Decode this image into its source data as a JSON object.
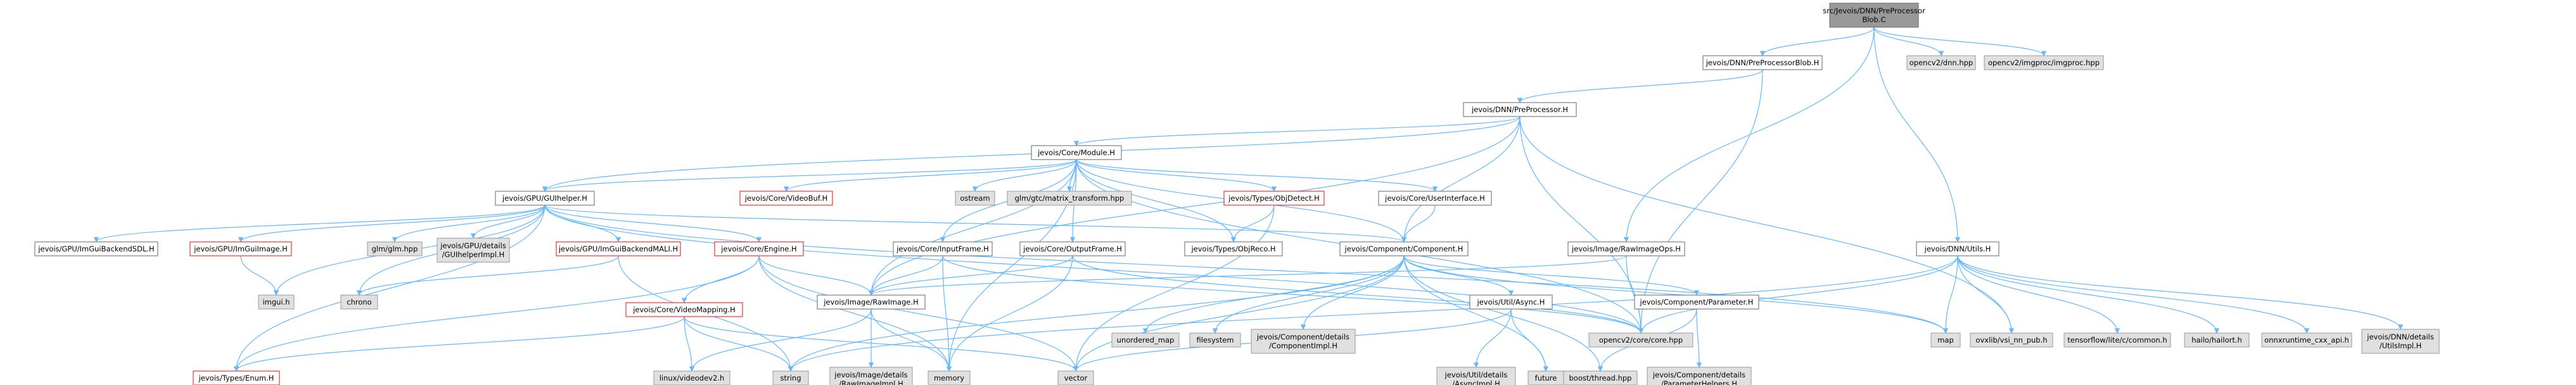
{
  "diagram": {
    "nodes": [
      {
        "id": "main",
        "lines": [
          "src/Jevois/DNN/PreProcessor",
          "Blob.C"
        ],
        "style": "main"
      },
      {
        "id": "ppblob",
        "lines": [
          "jevois/DNN/PreProcessorBlob.H"
        ],
        "style": "white"
      },
      {
        "id": "cvdnn",
        "lines": [
          "opencv2/dnn.hpp"
        ],
        "style": "gray"
      },
      {
        "id": "cvimgproc",
        "lines": [
          "opencv2/imgproc/imgproc.hpp"
        ],
        "style": "gray"
      },
      {
        "id": "pp",
        "lines": [
          "jevois/DNN/PreProcessor.H"
        ],
        "style": "white"
      },
      {
        "id": "module",
        "lines": [
          "jevois/Core/Module.H"
        ],
        "style": "white"
      },
      {
        "id": "guihelper",
        "lines": [
          "jevois/GPU/GUIhelper.H"
        ],
        "style": "white"
      },
      {
        "id": "videobuf",
        "lines": [
          "jevois/Core/VideoBuf.H"
        ],
        "style": "red"
      },
      {
        "id": "ostream",
        "lines": [
          "ostream"
        ],
        "style": "gray"
      },
      {
        "id": "glmmatrix",
        "lines": [
          "glm/gtc/matrix_transform.hpp"
        ],
        "style": "gray"
      },
      {
        "id": "objdetect",
        "lines": [
          "jevois/Types/ObjDetect.H"
        ],
        "style": "red"
      },
      {
        "id": "userif",
        "lines": [
          "jevois/Core/UserInterface.H"
        ],
        "style": "white"
      },
      {
        "id": "imguisdl",
        "lines": [
          "jevois/GPU/ImGuiBackendSDL.H"
        ],
        "style": "white"
      },
      {
        "id": "imguiimage",
        "lines": [
          "jevois/GPU/ImGuiImage.H"
        ],
        "style": "red"
      },
      {
        "id": "glmhpp",
        "lines": [
          "glm/glm.hpp"
        ],
        "style": "gray"
      },
      {
        "id": "guihelperimpl",
        "lines": [
          "jevois/GPU/details",
          "/GUIhelperImpl.H"
        ],
        "style": "gray"
      },
      {
        "id": "imguimali",
        "lines": [
          "jevois/GPU/ImGuiBackendMALI.H"
        ],
        "style": "red"
      },
      {
        "id": "engine",
        "lines": [
          "jevois/Core/Engine.H"
        ],
        "style": "red"
      },
      {
        "id": "inputframe",
        "lines": [
          "jevois/Core/InputFrame.H"
        ],
        "style": "white"
      },
      {
        "id": "outputframe",
        "lines": [
          "jevois/Core/OutputFrame.H"
        ],
        "style": "white"
      },
      {
        "id": "objreco",
        "lines": [
          "jevois/Types/ObjReco.H"
        ],
        "style": "white"
      },
      {
        "id": "component",
        "lines": [
          "jevois/Component/Component.H"
        ],
        "style": "white"
      },
      {
        "id": "rawimageops",
        "lines": [
          "jevois/Image/RawImageOps.H"
        ],
        "style": "white"
      },
      {
        "id": "dnnutils",
        "lines": [
          "jevois/DNN/Utils.H"
        ],
        "style": "white"
      },
      {
        "id": "imguih",
        "lines": [
          "imgui.h"
        ],
        "style": "gray"
      },
      {
        "id": "chrono",
        "lines": [
          "chrono"
        ],
        "style": "gray"
      },
      {
        "id": "videomapping",
        "lines": [
          "jevois/Core/VideoMapping.H"
        ],
        "style": "red"
      },
      {
        "id": "rawimage",
        "lines": [
          "jevois/Image/RawImage.H"
        ],
        "style": "white"
      },
      {
        "id": "unordered_map",
        "lines": [
          "unordered_map"
        ],
        "style": "gray"
      },
      {
        "id": "filesystem",
        "lines": [
          "filesystem"
        ],
        "style": "gray"
      },
      {
        "id": "compimpl",
        "lines": [
          "jevois/Component/details",
          "/ComponentImpl.H"
        ],
        "style": "gray"
      },
      {
        "id": "async",
        "lines": [
          "jevois/Util/Async.H"
        ],
        "style": "white"
      },
      {
        "id": "parameter",
        "lines": [
          "jevois/Component/Parameter.H"
        ],
        "style": "white"
      },
      {
        "id": "opencvcore",
        "lines": [
          "opencv2/core/core.hpp"
        ],
        "style": "gray"
      },
      {
        "id": "map",
        "lines": [
          "map"
        ],
        "style": "gray"
      },
      {
        "id": "ovxlib",
        "lines": [
          "ovxlib/vsi_nn_pub.h"
        ],
        "style": "gray"
      },
      {
        "id": "tflite",
        "lines": [
          "tensorflow/lite/c/common.h"
        ],
        "style": "gray"
      },
      {
        "id": "hailort",
        "lines": [
          "hailo/hailort.h"
        ],
        "style": "gray"
      },
      {
        "id": "onnx",
        "lines": [
          "onnxruntime_cxx_api.h"
        ],
        "style": "gray"
      },
      {
        "id": "utilsimpl",
        "lines": [
          "jevois/DNN/details",
          "/UtilsImpl.H"
        ],
        "style": "gray"
      },
      {
        "id": "enum",
        "lines": [
          "jevois/Types/Enum.H"
        ],
        "style": "red"
      },
      {
        "id": "videodev2",
        "lines": [
          "linux/videodev2.h"
        ],
        "style": "gray"
      },
      {
        "id": "string",
        "lines": [
          "string"
        ],
        "style": "gray"
      },
      {
        "id": "rawimageimpl",
        "lines": [
          "jevois/Image/details",
          "/RawImageImpl.H"
        ],
        "style": "gray"
      },
      {
        "id": "memory",
        "lines": [
          "memory"
        ],
        "style": "gray"
      },
      {
        "id": "vector",
        "lines": [
          "vector"
        ],
        "style": "gray"
      },
      {
        "id": "asyncimpl",
        "lines": [
          "jevois/Util/details",
          "/AsyncImpl.H"
        ],
        "style": "gray"
      },
      {
        "id": "future",
        "lines": [
          "future"
        ],
        "style": "gray"
      },
      {
        "id": "boostthread",
        "lines": [
          "boost/thread.hpp"
        ],
        "style": "gray"
      },
      {
        "id": "paramhelpers",
        "lines": [
          "jevois/Component/details",
          "/ParameterHelpers.H"
        ],
        "style": "gray"
      }
    ],
    "edges": [
      [
        "main",
        "ppblob"
      ],
      [
        "main",
        "cvdnn"
      ],
      [
        "main",
        "cvimgproc"
      ],
      [
        "main",
        "rawimageops"
      ],
      [
        "main",
        "dnnutils"
      ],
      [
        "ppblob",
        "pp"
      ],
      [
        "ppblob",
        "opencvcore"
      ],
      [
        "pp",
        "module"
      ],
      [
        "pp",
        "guihelper"
      ],
      [
        "pp",
        "component"
      ],
      [
        "pp",
        "opencvcore"
      ],
      [
        "pp",
        "ovxlib"
      ],
      [
        "pp",
        "rawimage"
      ],
      [
        "module",
        "guihelper"
      ],
      [
        "module",
        "videobuf"
      ],
      [
        "module",
        "ostream"
      ],
      [
        "module",
        "glmmatrix"
      ],
      [
        "module",
        "objdetect"
      ],
      [
        "module",
        "userif"
      ],
      [
        "module",
        "inputframe"
      ],
      [
        "module",
        "outputframe"
      ],
      [
        "module",
        "objreco"
      ],
      [
        "module",
        "component"
      ],
      [
        "module",
        "rawimage"
      ],
      [
        "module",
        "memory"
      ],
      [
        "module",
        "opencvcore"
      ],
      [
        "guihelper",
        "imguisdl"
      ],
      [
        "guihelper",
        "imguiimage"
      ],
      [
        "guihelper",
        "glmhpp"
      ],
      [
        "guihelper",
        "guihelperimpl"
      ],
      [
        "guihelper",
        "imguimali"
      ],
      [
        "guihelper",
        "engine"
      ],
      [
        "guihelper",
        "component"
      ],
      [
        "guihelper",
        "imguih"
      ],
      [
        "guihelper",
        "chrono"
      ],
      [
        "guihelper",
        "enum"
      ],
      [
        "guihelper",
        "opencvcore"
      ],
      [
        "guihelper",
        "map"
      ],
      [
        "imguiimage",
        "imguih"
      ],
      [
        "imguimali",
        "chrono"
      ],
      [
        "imguimali",
        "string"
      ],
      [
        "engine",
        "videomapping"
      ],
      [
        "engine",
        "rawimage"
      ],
      [
        "engine",
        "enum"
      ],
      [
        "engine",
        "memory"
      ],
      [
        "engine",
        "vector"
      ],
      [
        "videomapping",
        "videodev2"
      ],
      [
        "videomapping",
        "string"
      ],
      [
        "videomapping",
        "enum"
      ],
      [
        "videomapping",
        "vector"
      ],
      [
        "inputframe",
        "rawimage"
      ],
      [
        "inputframe",
        "opencvcore"
      ],
      [
        "inputframe",
        "memory"
      ],
      [
        "outputframe",
        "rawimage"
      ],
      [
        "outputframe",
        "opencvcore"
      ],
      [
        "outputframe",
        "memory"
      ],
      [
        "objdetect",
        "objreco"
      ],
      [
        "objdetect",
        "vector"
      ],
      [
        "userif",
        "component"
      ],
      [
        "component",
        "unordered_map"
      ],
      [
        "component",
        "filesystem"
      ],
      [
        "component",
        "compimpl"
      ],
      [
        "component",
        "async"
      ],
      [
        "component",
        "parameter"
      ],
      [
        "component",
        "map"
      ],
      [
        "component",
        "future"
      ],
      [
        "component",
        "boostthread"
      ],
      [
        "component",
        "vector"
      ],
      [
        "component",
        "string"
      ],
      [
        "rawimageops",
        "rawimage"
      ],
      [
        "rawimageops",
        "opencvcore"
      ],
      [
        "rawimage",
        "videodev2"
      ],
      [
        "rawimage",
        "rawimageimpl"
      ],
      [
        "rawimage",
        "memory"
      ],
      [
        "async",
        "asyncimpl"
      ],
      [
        "async",
        "future"
      ],
      [
        "async",
        "vector"
      ],
      [
        "parameter",
        "boostthread"
      ],
      [
        "parameter",
        "paramhelpers"
      ],
      [
        "dnnutils",
        "opencvcore"
      ],
      [
        "dnnutils",
        "map"
      ],
      [
        "dnnutils",
        "ovxlib"
      ],
      [
        "dnnutils",
        "tflite"
      ],
      [
        "dnnutils",
        "hailort"
      ],
      [
        "dnnutils",
        "onnx"
      ],
      [
        "dnnutils",
        "utilsimpl"
      ],
      [
        "dnnutils",
        "string"
      ]
    ]
  },
  "colors": {
    "edge": "#63b8ff",
    "main_fill": "#999999",
    "gray_fill": "#e0e0e0",
    "red_border": "#ff0000"
  }
}
